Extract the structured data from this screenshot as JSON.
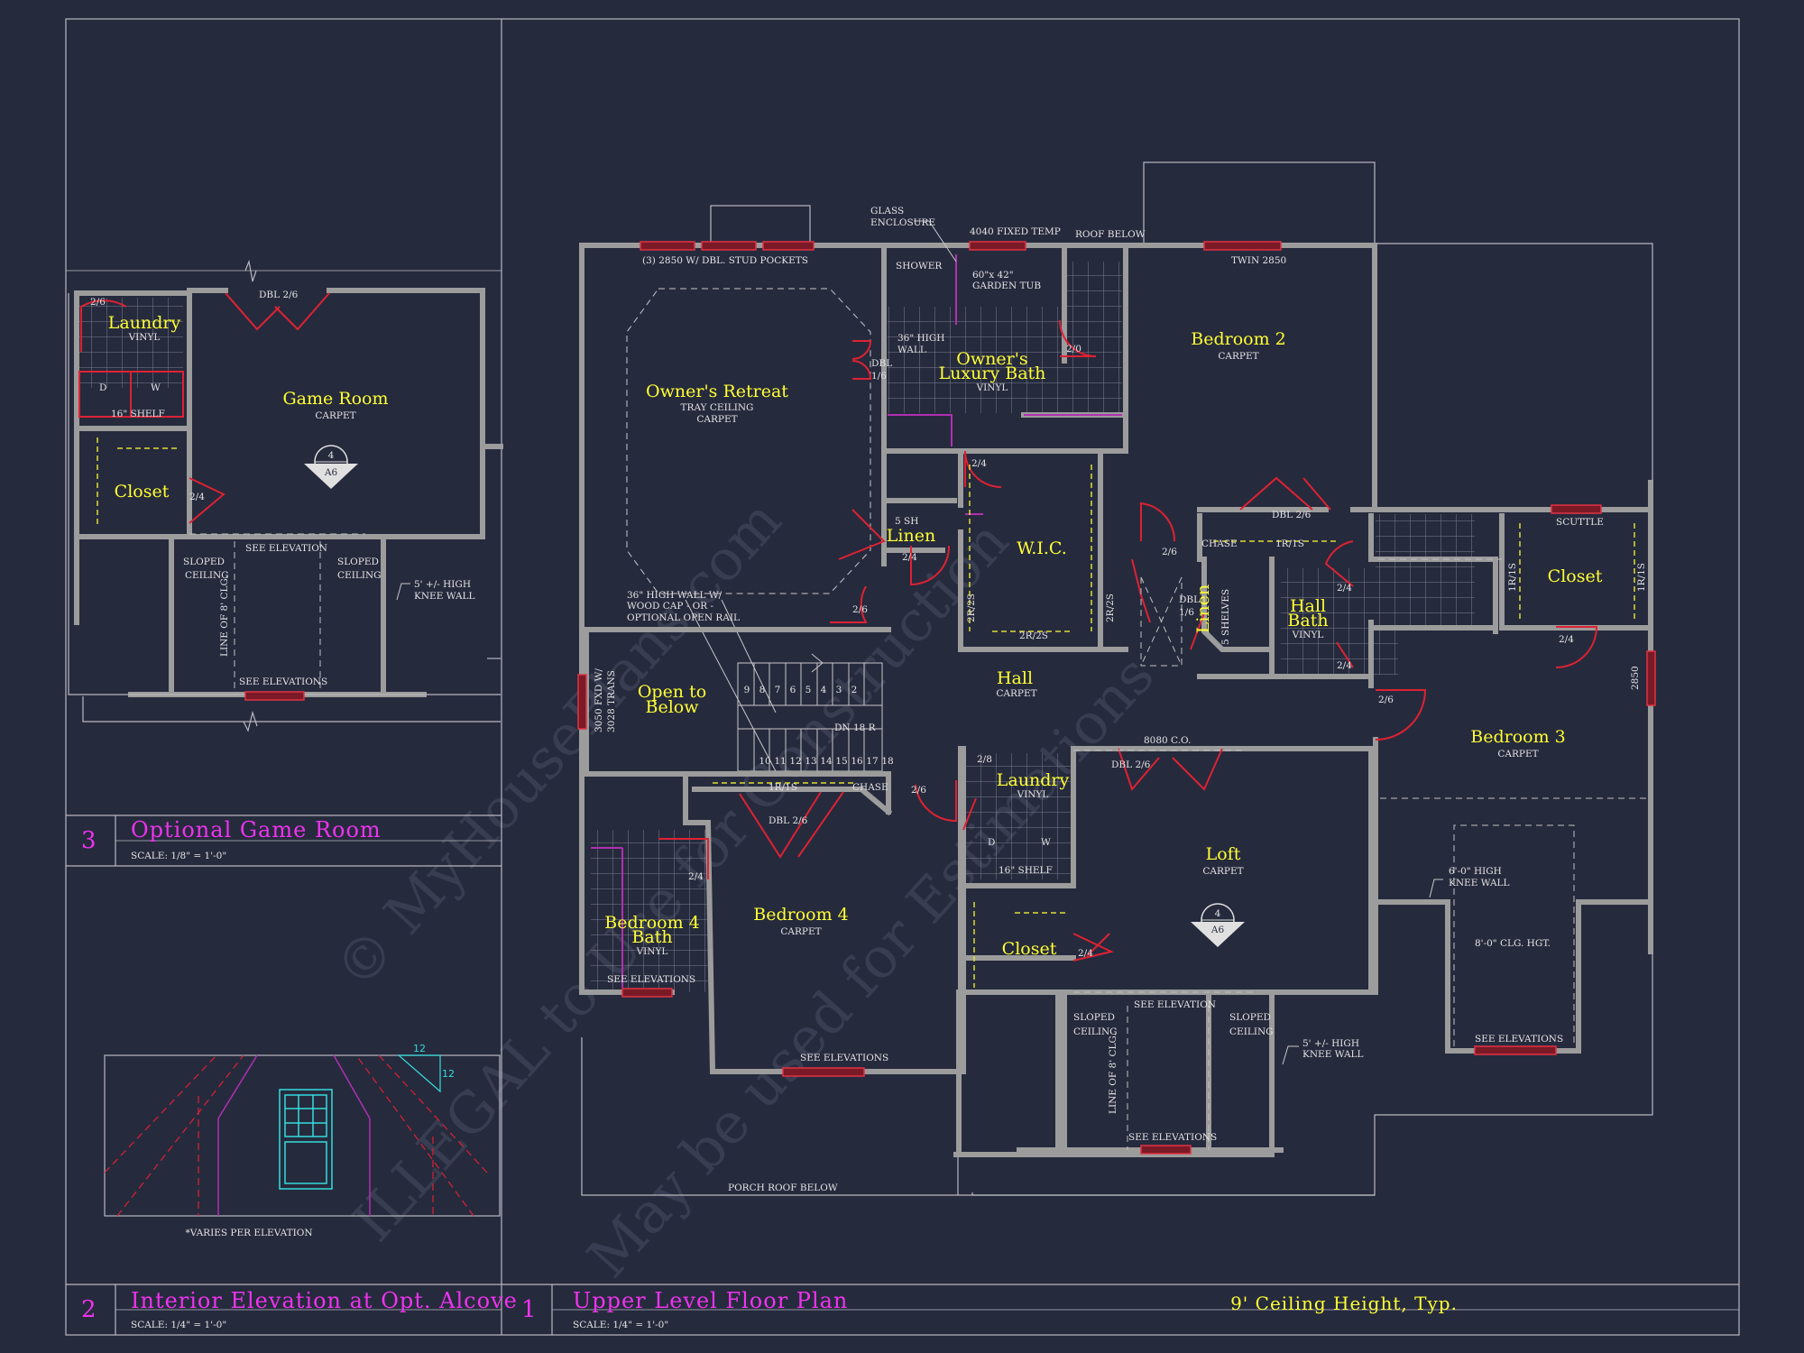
{
  "colors": {
    "background": "#262a3d",
    "wall": "#9a9a9a",
    "room_label": "#ffff33",
    "note_text": "#e4e4e4",
    "title_text": "#ee33ee",
    "window": "#cc2233",
    "door": "#cc2233",
    "marker": "#33dddd"
  },
  "watermark": [
    "© MyHousePlans.com",
    "ILLEGAL to Use for Construction",
    "May be used for Estimations"
  ],
  "main_plan": {
    "rooms": [
      {
        "name": "Owner's Retreat",
        "notes": [
          "TRAY CEILING",
          "CARPET"
        ]
      },
      {
        "name": "Owner's",
        "name2": "Luxury Bath",
        "notes": [
          "VINYL"
        ]
      },
      {
        "name": "Bedroom 2",
        "notes": [
          "CARPET"
        ]
      },
      {
        "name": "W.I.C.",
        "notes": []
      },
      {
        "name": "Linen",
        "notes": []
      },
      {
        "name": "Linen",
        "notes": []
      },
      {
        "name": "Hall",
        "notes": [
          "CARPET"
        ]
      },
      {
        "name": "Hall",
        "name2": "Bath",
        "notes": [
          "VINYL"
        ]
      },
      {
        "name": "Closet",
        "notes": []
      },
      {
        "name": "Bedroom 3",
        "notes": [
          "CARPET"
        ]
      },
      {
        "name": "Open to",
        "name2": "Below",
        "notes": []
      },
      {
        "name": "Laundry",
        "notes": [
          "VINYL"
        ]
      },
      {
        "name": "Loft",
        "notes": [
          "CARPET"
        ]
      },
      {
        "name": "Closet",
        "notes": []
      },
      {
        "name": "Bedroom 4",
        "notes": [
          "CARPET"
        ]
      },
      {
        "name": "Bedroom 4",
        "name2": "Bath",
        "notes": [
          "VINYL"
        ]
      }
    ],
    "annotations": [
      "(3) 2850 W/ DBL. STUD POCKETS",
      "GLASS",
      "ENCLOSURE",
      "4040 FIXED TEMP",
      "ROOF BELOW",
      "SHOWER",
      "60\"x 42\"",
      "GARDEN TUB",
      "36\" HIGH",
      "WALL",
      "DBL",
      "1/6",
      "2/0",
      "TWIN 2850",
      "2/4",
      "5 SH",
      "2/4",
      "2/6",
      "2R/2S",
      "2R/2S",
      "2R/2S",
      "2/6",
      "CHASE",
      "DBL 2/6",
      "1R/1S",
      "DBL",
      "1/6",
      "5 SHELVES",
      "2/4",
      "2/4",
      "SCUTTLE",
      "1R/1S",
      "1R/1S",
      "2/4",
      "2850",
      "2/6",
      "36\" HIGH WALL W/",
      "WOOD CAP - OR -",
      "OPTIONAL OPEN RAIL",
      "3050 FXD W/",
      "3028 TRANS",
      "DN 18 R",
      "8080 C.O.",
      "DBL 2/6",
      "2/8",
      "1R/1S",
      "CHASE",
      "DBL 2/6",
      "2/6",
      "2/4",
      "D",
      "W",
      "16\" SHELF",
      "2/4",
      "SEE ELEVATIONS",
      "SEE ELEVATIONS",
      "6'-0\" HIGH",
      "KNEE WALL",
      "8'-0\" CLG. HGT.",
      "SEE ELEVATIONS",
      "SEE ELEVATION",
      "SLOPED",
      "CEILING",
      "SLOPED",
      "CEILING",
      "LINE OF 8' CLG.",
      "SEE ELEVATIONS",
      "5' +/- HIGH",
      "KNEE WALL",
      "PORCH ROOF BELOW"
    ],
    "stair_numbers_top": [
      "9",
      "8",
      "7",
      "6",
      "5",
      "4",
      "3",
      "2"
    ],
    "stair_numbers_bottom": [
      "10",
      "11",
      "12",
      "13",
      "14",
      "15",
      "16",
      "17",
      "18"
    ],
    "section_marker": {
      "num": "4",
      "sheet": "A6"
    }
  },
  "game_room_plan": {
    "rooms": [
      {
        "name": "Laundry",
        "notes": [
          "VINYL"
        ]
      },
      {
        "name": "Game Room",
        "notes": [
          "CARPET"
        ]
      },
      {
        "name": "Closet",
        "notes": []
      }
    ],
    "annotations": [
      "2/6",
      "DBL 2/6",
      "D",
      "W",
      "16\" SHELF",
      "2/4",
      "SEE ELEVATION",
      "SLOPED",
      "CEILING",
      "SLOPED",
      "CEILING",
      "LINE OF 8' CLG.",
      "SEE ELEVATIONS",
      "5' +/- HIGH",
      "KNEE WALL"
    ],
    "section_marker": {
      "num": "4",
      "sheet": "A6"
    }
  },
  "elevation": {
    "note": "*VARIES PER ELEVATION",
    "pitch_run": "12",
    "pitch_rise": "12"
  },
  "titles": [
    {
      "num": "3",
      "title": "Optional  Game  Room",
      "scale": "SCALE: 1/8\" = 1'-0\""
    },
    {
      "num": "2",
      "title": "Interior Elevation at Opt. Alcove",
      "scale": "SCALE: 1/4\" = 1'-0\""
    },
    {
      "num": "1",
      "title": "Upper  Level  Floor  Plan",
      "scale": "SCALE: 1/4\" = 1'-0\""
    }
  ],
  "ceiling_note": "9' Ceiling Height, Typ."
}
